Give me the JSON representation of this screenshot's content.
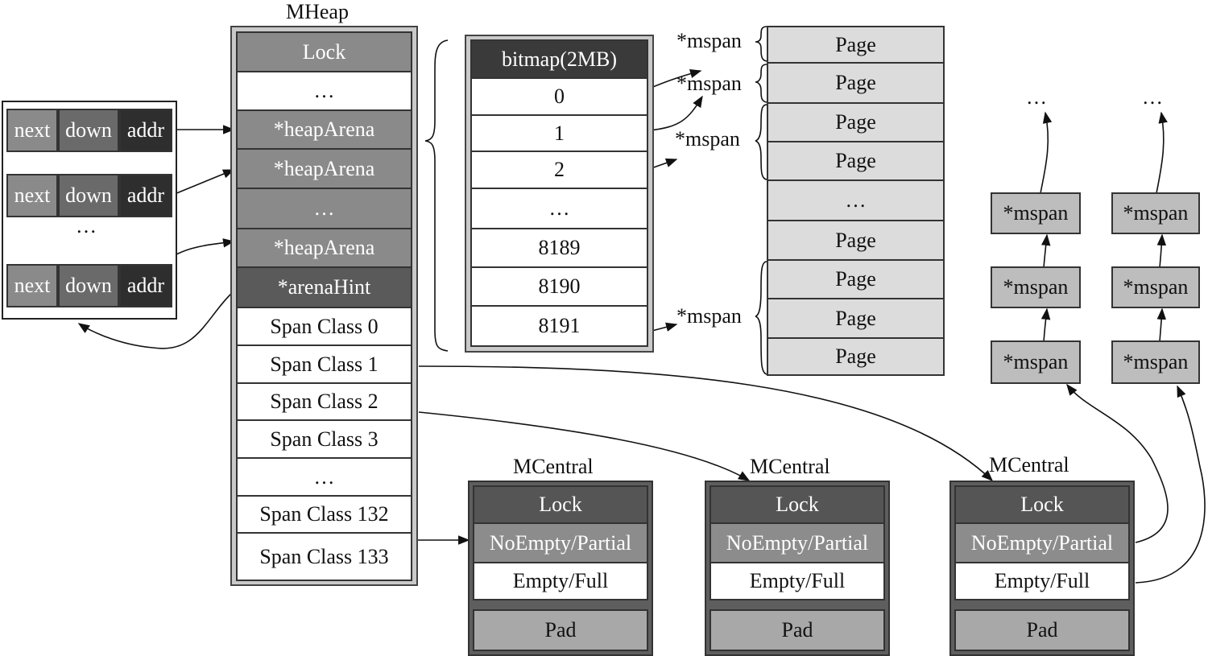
{
  "mheap": {
    "title": "MHeap",
    "rows": [
      "Lock",
      "…",
      "*heapArena",
      "*heapArena",
      "…",
      "*heapArena",
      "*arenaHint",
      "Span Class 0",
      "Span Class 1",
      "Span Class 2",
      "Span Class 3",
      "…",
      "Span Class 132",
      "Span Class 133"
    ]
  },
  "arena_list": {
    "rows": [
      {
        "next": "next",
        "down": "down",
        "addr": "addr"
      },
      {
        "next": "next",
        "down": "down",
        "addr": "addr"
      },
      {
        "next": "next",
        "down": "down",
        "addr": "addr"
      }
    ],
    "ellipsis": "…"
  },
  "bitmap": {
    "header": "bitmap(2MB)",
    "rows": [
      "0",
      "1",
      "2",
      "…",
      "8189",
      "8190",
      "8191"
    ]
  },
  "pages": {
    "rows": [
      "Page",
      "Page",
      "Page",
      "Page",
      "…",
      "Page",
      "Page",
      "Page",
      "Page"
    ],
    "mspan_labels": [
      "*mspan",
      "*mspan",
      "*mspan",
      "*mspan"
    ]
  },
  "mcentral": {
    "title": "MCentral",
    "instances": [
      {
        "lock": "Lock",
        "partial": "NoEmpty/Partial",
        "full": "Empty/Full",
        "pad": "Pad"
      },
      {
        "lock": "Lock",
        "partial": "NoEmpty/Partial",
        "full": "Empty/Full",
        "pad": "Pad"
      },
      {
        "lock": "Lock",
        "partial": "NoEmpty/Partial",
        "full": "Empty/Full",
        "pad": "Pad"
      }
    ]
  },
  "mspan_chains": {
    "ellipsis": "…",
    "columns": [
      [
        "*mspan",
        "*mspan",
        "*mspan"
      ],
      [
        "*mspan",
        "*mspan",
        "*mspan"
      ]
    ]
  }
}
